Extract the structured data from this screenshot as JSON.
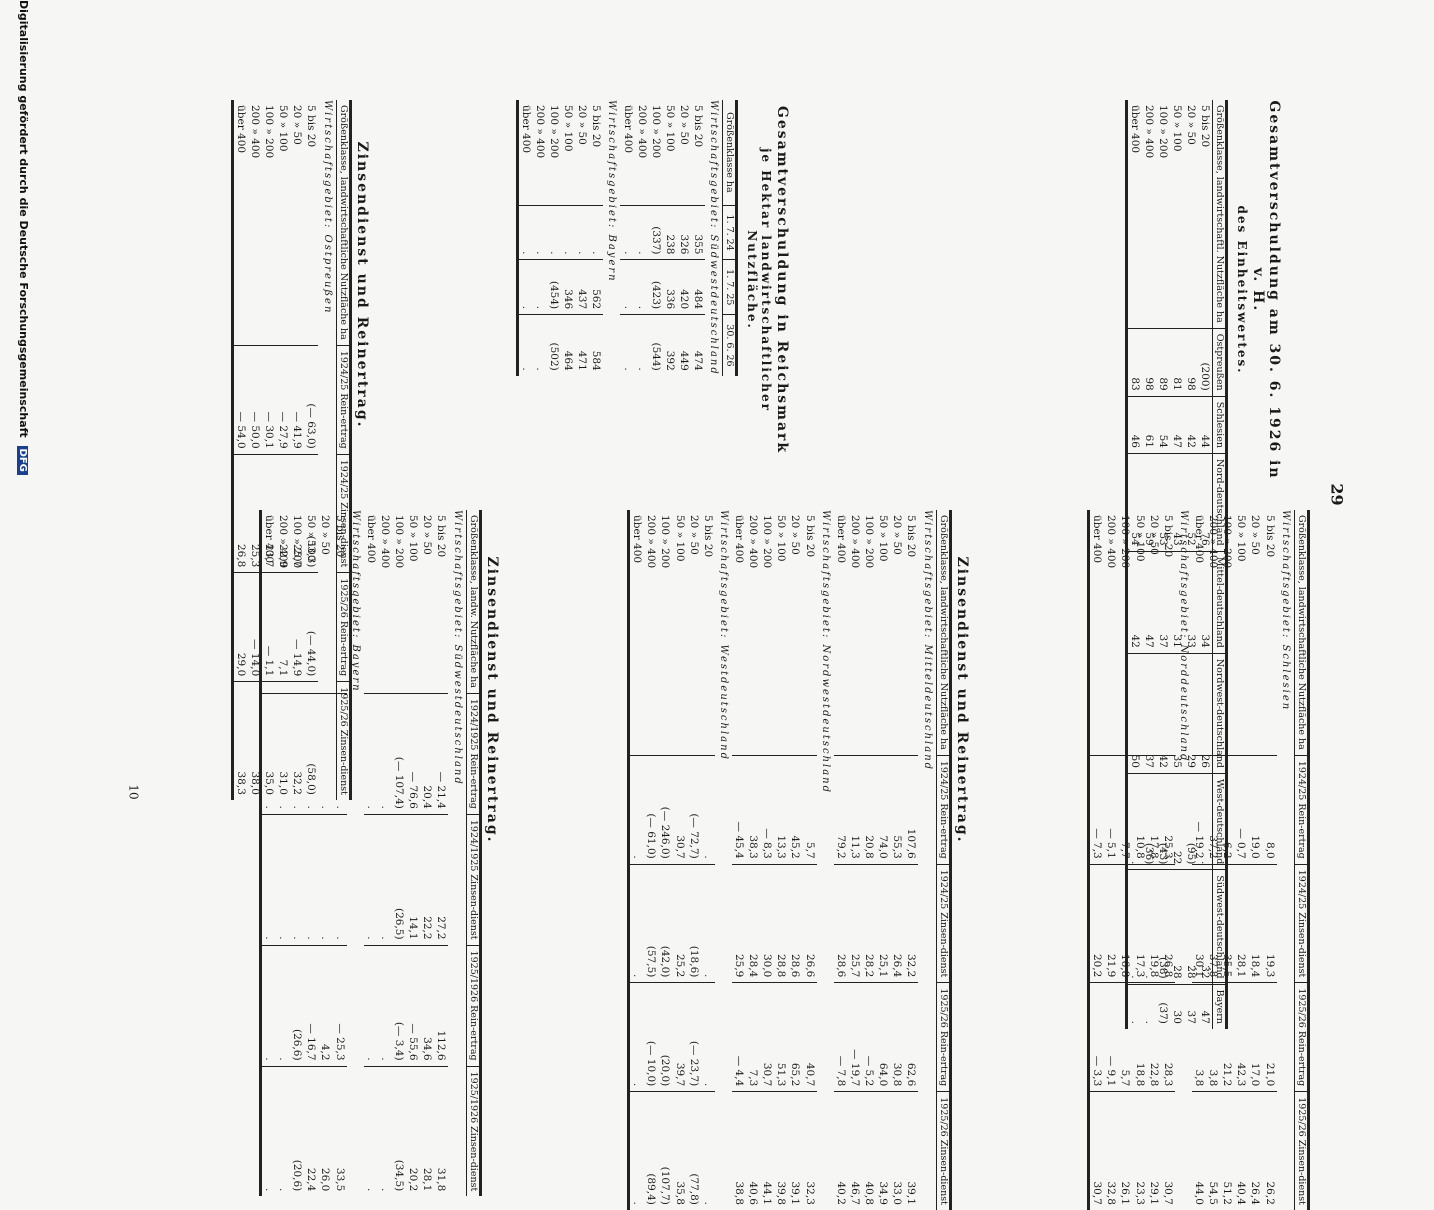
{
  "credit": "Digitalisierung gefördert durch die Deutsche Forschungsgemeinschaft",
  "credit_badge": "DFG",
  "page_number_top": "29",
  "page_number_bottom": "10",
  "table1": {
    "title": "Gesamtverschuldung am 30. 6. 1926 in v. H.",
    "subtitle": "des Einheitswertes.",
    "headers": [
      "Größenklasse, landwirtschaftl. Nutzfläche ha",
      "Ostpreußen",
      "Schlesien",
      "Nord-deutschland",
      "Mittel-deutschland",
      "Nordwest-deutschland",
      "West-deutschland",
      "Südwest-deutschland",
      "Bayern"
    ],
    "rows": [
      [
        "5 bis 20",
        "(200)",
        "44",
        "76",
        "34",
        "26",
        ".",
        "32",
        "47"
      ],
      [
        "20 » 50",
        "98",
        "42",
        "52",
        "33",
        "29",
        "(95)",
        "28",
        "37"
      ],
      [
        "50 » 100",
        "81",
        "47",
        "43",
        "31",
        "35",
        "22",
        "28",
        "30"
      ],
      [
        "100 » 200",
        "89",
        "54",
        "53",
        "37",
        "42",
        "(43)",
        "(38)",
        "(37)"
      ],
      [
        "200 » 400",
        "98",
        "61",
        "59",
        "47",
        "37",
        "(36)",
        ".",
        "."
      ],
      [
        "über 400",
        "83",
        "46",
        "54",
        "42",
        "50",
        ".",
        ".",
        "."
      ]
    ]
  },
  "table2": {
    "title": "Gesamtverschuldung in Reichsmark",
    "subtitle": "je Hektar landwirtschaftlicher Nutzfläche.",
    "headers": [
      "Größenklasse ha",
      "1. 7. 24",
      "1. 7. 25",
      "30. 6. 26"
    ],
    "regions": [
      {
        "name": "Wirtschaftsgebiet: Südwestdeutschland",
        "rows": [
          [
            "5 bis 20",
            "355",
            "484",
            "474"
          ],
          [
            "20 » 50",
            "326",
            "420",
            "449"
          ],
          [
            "50 » 100",
            "238",
            "336",
            "392"
          ],
          [
            "100 » 200",
            "(337)",
            "(423)",
            "(544)"
          ],
          [
            "200 » 400",
            ".",
            ".",
            "."
          ],
          [
            "über 400",
            ".",
            ".",
            "."
          ]
        ]
      },
      {
        "name": "Wirtschaftsgebiet: Bayern",
        "rows": [
          [
            "5 bis 20",
            ".",
            "562",
            "584"
          ],
          [
            "20 » 50",
            ".",
            "437",
            "471"
          ],
          [
            "50 » 100",
            ".",
            "346",
            "464"
          ],
          [
            "100 » 200",
            ".",
            "(454)",
            "(502)"
          ],
          [
            "200 » 400",
            ".",
            ".",
            "."
          ],
          [
            "über 400",
            ".",
            ".",
            "."
          ]
        ]
      }
    ]
  },
  "table3": {
    "title": "Zinsendienst und Reinertrag.",
    "headers": [
      "Größenklasse, landwirtschaftliche Nutzfläche ha",
      "1924/25 Rein-ertrag",
      "1924/25 Zinsen-dienst",
      "1925/26 Rein-ertrag",
      "1925/26 Zinsen-dienst"
    ],
    "region": "Wirtschaftsgebiet: Ostpreußen",
    "rows": [
      [
        "5 bis 20",
        "(— 63,0)",
        "(53,3)",
        "(— 44,0)",
        "(58,0)"
      ],
      [
        "20 » 50",
        "— 41,9",
        "25,7",
        "— 14,9",
        "32,2"
      ],
      [
        "50 » 100",
        "— 27,9",
        "22,9",
        "7,1",
        "31,0"
      ],
      [
        "100 » 200",
        "— 30,1",
        "23,7",
        "— 1,1",
        "35,0"
      ],
      [
        "200 » 400",
        "— 50,0",
        "25,3",
        "— 14,0",
        "38,0"
      ],
      [
        "über 400",
        "— 54,0",
        "26,8",
        "29,0",
        "38,3"
      ]
    ]
  },
  "table4": {
    "title": "Zinsendienst und Reinertrag.",
    "headers": [
      "Größenklasse, landwirtschaftliche Nutzfläche ha",
      "1924/25 Rein-ertrag",
      "1924/25 Zinsen-dienst",
      "1925/26 Rein-ertrag",
      "1925/26 Zinsen-dienst"
    ],
    "regions": [
      {
        "name": "Wirtschaftsgebiet: Schlesien",
        "rows": [
          [
            "5 bis 20",
            "8,0",
            "19,3",
            "21,0",
            "26,2"
          ],
          [
            "20 » 50",
            "19,0",
            "18,4",
            "17,0",
            "26,4"
          ],
          [
            "50 » 100",
            "— 0,7",
            "28,1",
            "42,3",
            "40,4"
          ],
          [
            "100 » 200",
            "6,2",
            "35,5",
            "21,2",
            "51,2"
          ],
          [
            "200 » 400",
            "— 37,2",
            "37,8",
            "3,8",
            "54,5"
          ],
          [
            "über 400",
            "— 19,2",
            "30,1",
            "3,8",
            "44,0"
          ]
        ]
      },
      {
        "name": "Wirtschaftsgebiet: Norddeutschland",
        "rows": [
          [
            "5 bis 20",
            "25,3",
            "26,8",
            "28,3",
            "30,7"
          ],
          [
            "20 » 50",
            "17,8",
            "19,8",
            "22,8",
            "29,1"
          ],
          [
            "50 » 100",
            "10,8",
            "17,3",
            "18,8",
            "23,3"
          ],
          [
            "100 » 200",
            "7,7",
            "16,8",
            "5,7",
            "26,1"
          ],
          [
            "200 » 400",
            "— 5,1",
            "21,9",
            "— 9,1",
            "32,8"
          ],
          [
            "über 400",
            "— 7,3",
            "20,2",
            "— 3,3",
            "30,7"
          ]
        ]
      }
    ]
  },
  "table5": {
    "title": "Zinsendienst und Reinertrag.",
    "headers": [
      "Größenklasse, landwirtschaftliche Nutzfläche ha",
      "1924/25 Rein-ertrag",
      "1924/25 Zinsen-dienst",
      "1925/26 Rein-ertrag",
      "1925/26 Zinsen-dienst"
    ],
    "regions": [
      {
        "name": "Wirtschaftsgebiet: Mitteldeutschland",
        "rows": [
          [
            "5 bis 20",
            "107,6",
            "32,2",
            "62,6",
            "39,1"
          ],
          [
            "20 » 50",
            "55,3",
            "26,4",
            "30,8",
            "33,0"
          ],
          [
            "50 » 100",
            "74,0",
            "25,1",
            "64,0",
            "34,9"
          ],
          [
            "100 » 200",
            "20,8",
            "28,2",
            "— 5,2",
            "40,8"
          ],
          [
            "200 » 400",
            "11,3",
            "25,7",
            "— 19,7",
            "46,7"
          ],
          [
            "über 400",
            "79,2",
            "28,6",
            "— 7,8",
            "40,2"
          ]
        ]
      },
      {
        "name": "Wirtschaftsgebiet: Nordwestdeutschland",
        "rows": [
          [
            "5 bis 20",
            "5,7",
            "26,6",
            "40,7",
            "32,3"
          ],
          [
            "20 » 50",
            "45,2",
            "28,6",
            "65,2",
            "39,1"
          ],
          [
            "50 » 100",
            "13,3",
            "28,8",
            "51,3",
            "39,8"
          ],
          [
            "100 » 200",
            "— 8,3",
            "30,0",
            "30,7",
            "44,1"
          ],
          [
            "200 » 400",
            "38,3",
            "28,4",
            "7,3",
            "40,6"
          ],
          [
            "über 400",
            "— 45,4",
            "25,9",
            "— 4,4",
            "38,8"
          ]
        ]
      },
      {
        "name": "Wirtschaftsgebiet: Westdeutschland",
        "rows": [
          [
            "5 bis 20",
            ".",
            ".",
            ".",
            "."
          ],
          [
            "20 » 50",
            "(— 72,7)",
            "(18,6)",
            "(— 23,7)",
            "(77,8)"
          ],
          [
            "50 » 100",
            "30,7",
            "25,2",
            "39,7",
            "35,8"
          ],
          [
            "100 » 200",
            "(— 246,0)",
            "(42,0)",
            "(20,0)",
            "(107,7)"
          ],
          [
            "200 » 400",
            "(— 61,0)",
            "(57,5)",
            "(— 10,0)",
            "(89,4)"
          ],
          [
            "über 400",
            ".",
            ".",
            ".",
            "."
          ]
        ]
      }
    ]
  },
  "table6": {
    "title": "Zinsendienst und Reinertrag.",
    "headers": [
      "Größenklasse, landw. Nutzfläche ha",
      "1924/1925 Rein-ertrag",
      "1924/1925 Zinsen-dienst",
      "1925/1926 Rein-ertrag",
      "1925/1926 Zinsen-dienst"
    ],
    "regions": [
      {
        "name": "Wirtschaftsgebiet: Südwestdeutschland",
        "rows": [
          [
            "5 bis 20",
            "— 21,4",
            "27,2",
            "112,6",
            "31,8"
          ],
          [
            "20 » 50",
            "20,4",
            "22,2",
            "34,6",
            "28,1"
          ],
          [
            "50 » 100",
            "— 76,6",
            "14,1",
            "— 55,6",
            "20,2"
          ],
          [
            "100 » 200",
            "(— 107,4)",
            "(26,5)",
            "(— 3,4)",
            "(34,5)"
          ],
          [
            "200 » 400",
            ".",
            ".",
            ".",
            "."
          ],
          [
            "über 400",
            ".",
            ".",
            ".",
            "."
          ]
        ]
      },
      {
        "name": "Wirtschaftsgebiet: Bayern",
        "rows": [
          [
            "5 bis 20",
            ".",
            ".",
            "— 25,3",
            "33,5"
          ],
          [
            "20 » 50",
            ".",
            ".",
            "4,2",
            "26,0"
          ],
          [
            "50 » 100",
            ".",
            ".",
            "— 16,7",
            "22,4"
          ],
          [
            "100 » 200",
            ".",
            ".",
            "(26,6)",
            "(20,6)"
          ],
          [
            "200 » 400",
            ".",
            ".",
            ".",
            "."
          ],
          [
            "über 400",
            ".",
            ".",
            ".",
            "."
          ]
        ]
      }
    ]
  }
}
